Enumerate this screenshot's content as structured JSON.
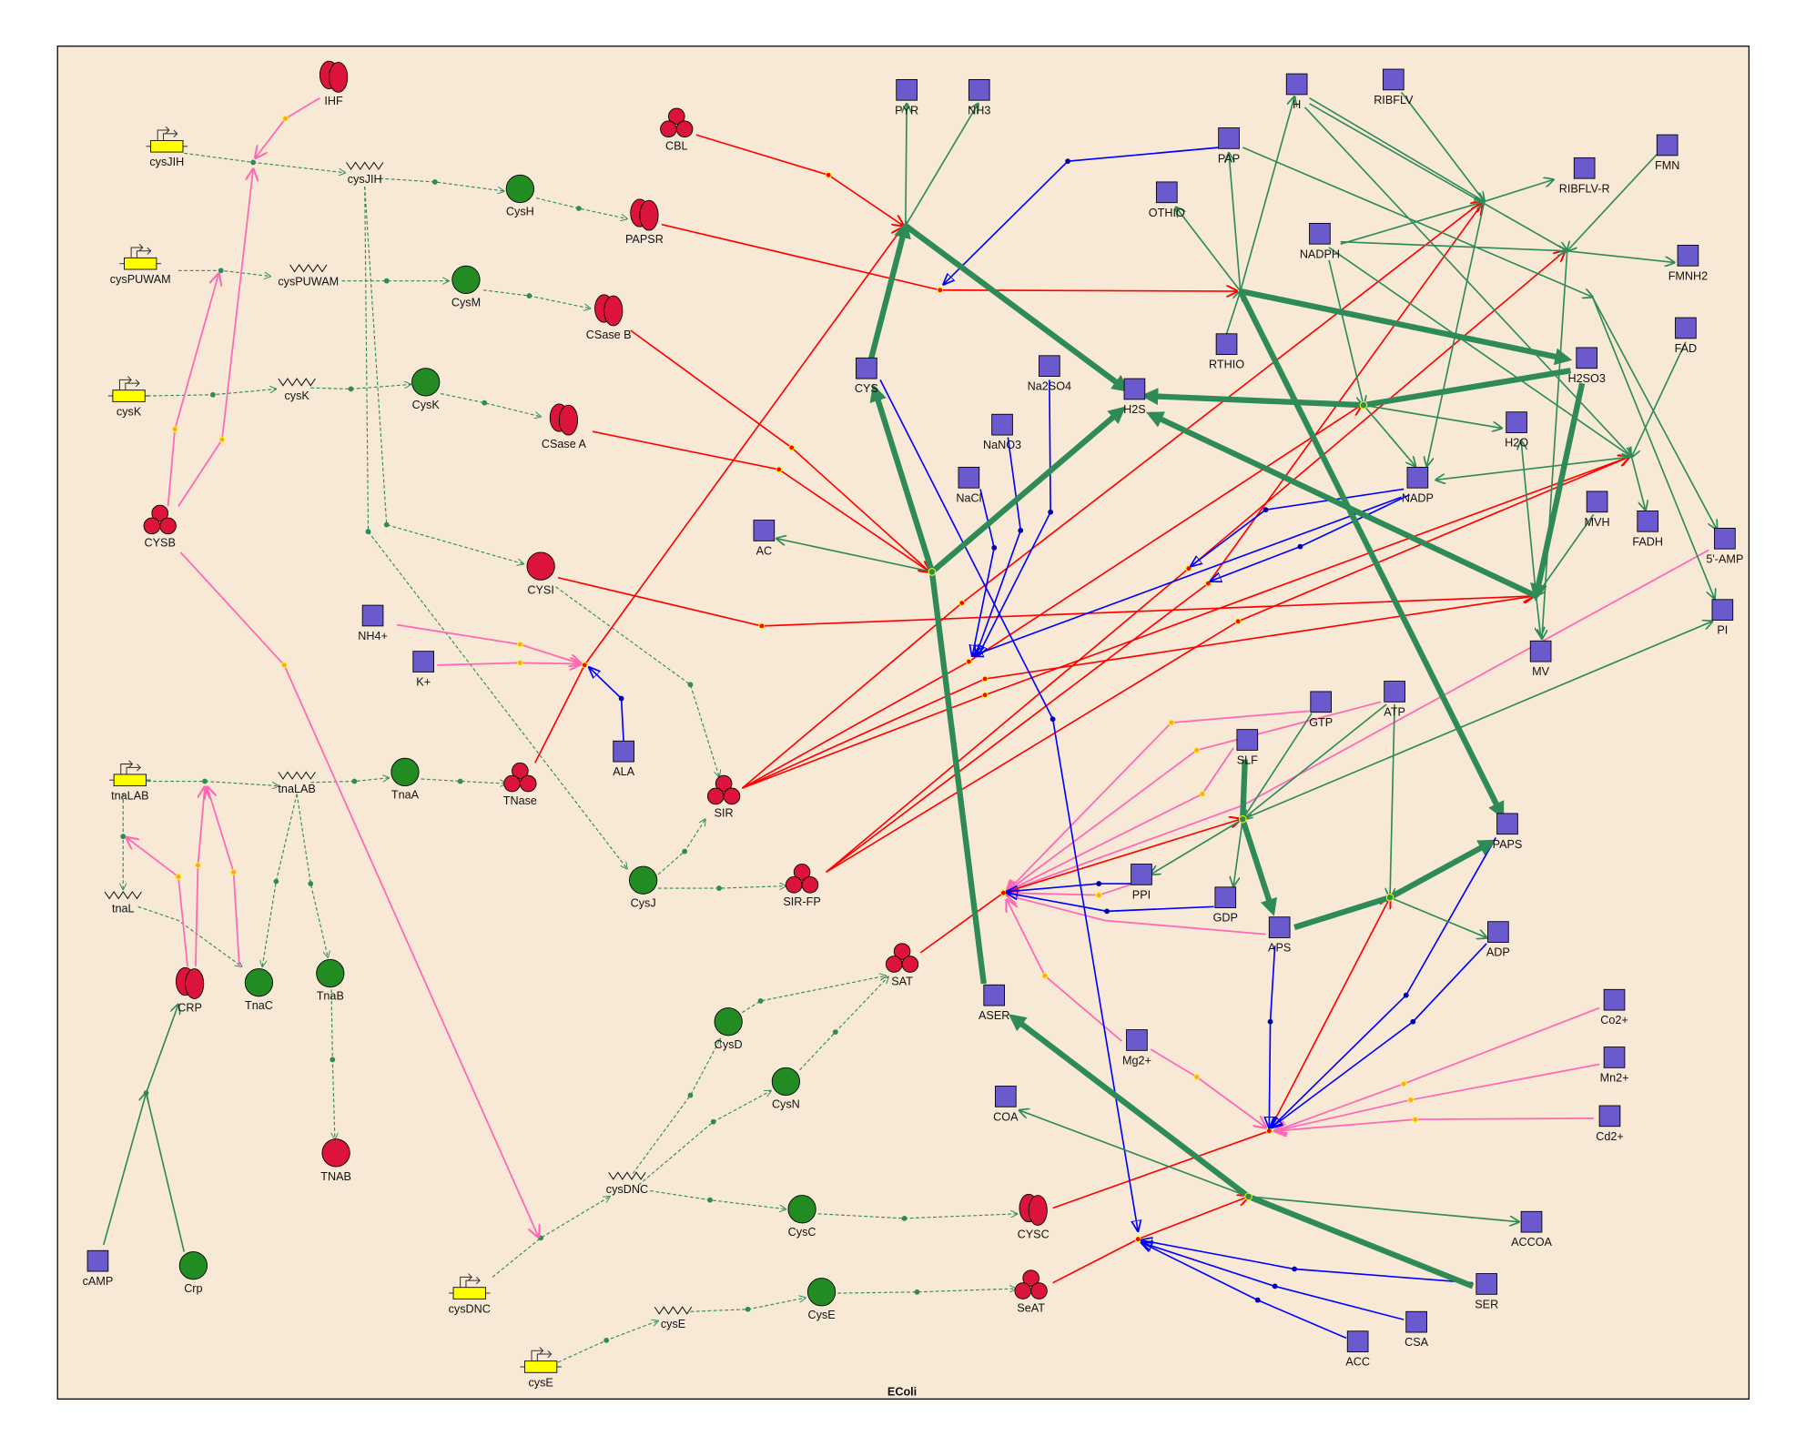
{
  "title": "EColi",
  "colors": {
    "background": "#f8e9d6",
    "gene": "#ffff00",
    "protein_green": "#228b22",
    "protein_red": "#dc143c",
    "metabolite": "#6a5acd",
    "edge_green": "#2e8b57",
    "edge_red": "#ff0000",
    "edge_blue": "#0000ff",
    "edge_pink": "#ff69b4"
  },
  "nodes": [
    {
      "label": "cysJIH",
      "kind": "gene"
    },
    {
      "label": "cysPUWAM",
      "kind": "gene"
    },
    {
      "label": "cysK",
      "kind": "gene"
    },
    {
      "label": "tnaLAB",
      "kind": "gene"
    },
    {
      "label": "cysDNC",
      "kind": "gene"
    },
    {
      "label": "cysE",
      "kind": "gene"
    },
    {
      "label": "cysJIH",
      "kind": "mrna"
    },
    {
      "label": "cysPUWAM",
      "kind": "mrna"
    },
    {
      "label": "cysK",
      "kind": "mrna"
    },
    {
      "label": "tnaLAB",
      "kind": "mrna"
    },
    {
      "label": "tnaL",
      "kind": "mrna"
    },
    {
      "label": "cysDNC",
      "kind": "mrna"
    },
    {
      "label": "cysE",
      "kind": "mrna"
    },
    {
      "label": "CysH",
      "kind": "protein"
    },
    {
      "label": "CysM",
      "kind": "protein"
    },
    {
      "label": "CysK",
      "kind": "protein"
    },
    {
      "label": "TnaA",
      "kind": "protein"
    },
    {
      "label": "TnaC",
      "kind": "protein"
    },
    {
      "label": "TnaB",
      "kind": "protein"
    },
    {
      "label": "Crp",
      "kind": "protein"
    },
    {
      "label": "CysJ",
      "kind": "protein"
    },
    {
      "label": "CysD",
      "kind": "protein"
    },
    {
      "label": "CysN",
      "kind": "protein"
    },
    {
      "label": "CysC",
      "kind": "protein"
    },
    {
      "label": "CysE",
      "kind": "protein"
    },
    {
      "label": "CYSI",
      "kind": "enzyme"
    },
    {
      "label": "TNAB",
      "kind": "enzyme"
    },
    {
      "label": "IHF",
      "kind": "dimer"
    },
    {
      "label": "PAPSR",
      "kind": "dimer"
    },
    {
      "label": "CSase B",
      "kind": "dimer"
    },
    {
      "label": "CSase A",
      "kind": "dimer"
    },
    {
      "label": "CRP",
      "kind": "dimer"
    },
    {
      "label": "CYSC",
      "kind": "dimer"
    },
    {
      "label": "CBL",
      "kind": "trimer"
    },
    {
      "label": "CYSB",
      "kind": "trimer"
    },
    {
      "label": "TNase",
      "kind": "trimer"
    },
    {
      "label": "SIR",
      "kind": "trimer"
    },
    {
      "label": "SIR-FP",
      "kind": "trimer"
    },
    {
      "label": "SAT",
      "kind": "trimer"
    },
    {
      "label": "SeAT",
      "kind": "trimer"
    },
    {
      "label": "PYR",
      "kind": "metabolite"
    },
    {
      "label": "NH3",
      "kind": "metabolite"
    },
    {
      "label": "H",
      "kind": "metabolite"
    },
    {
      "label": "RIBFLV",
      "kind": "metabolite"
    },
    {
      "label": "PAP",
      "kind": "metabolite"
    },
    {
      "label": "OTHIO",
      "kind": "metabolite"
    },
    {
      "label": "NADPH",
      "kind": "metabolite"
    },
    {
      "label": "RIBFLV-R",
      "kind": "metabolite"
    },
    {
      "label": "FMN",
      "kind": "metabolite"
    },
    {
      "label": "FMNH2",
      "kind": "metabolite"
    },
    {
      "label": "FAD",
      "kind": "metabolite"
    },
    {
      "label": "RTHIO",
      "kind": "metabolite"
    },
    {
      "label": "CYS",
      "kind": "metabolite"
    },
    {
      "label": "Na2SO4",
      "kind": "metabolite"
    },
    {
      "label": "H2S",
      "kind": "metabolite"
    },
    {
      "label": "H2SO3",
      "kind": "metabolite"
    },
    {
      "label": "NaNO3",
      "kind": "metabolite"
    },
    {
      "label": "H2O",
      "kind": "metabolite"
    },
    {
      "label": "NaCl",
      "kind": "metabolite"
    },
    {
      "label": "NADP",
      "kind": "metabolite"
    },
    {
      "label": "MVH",
      "kind": "metabolite"
    },
    {
      "label": "AC",
      "kind": "metabolite"
    },
    {
      "label": "FADH",
      "kind": "metabolite"
    },
    {
      "label": "5'-AMP",
      "kind": "metabolite"
    },
    {
      "label": "PI",
      "kind": "metabolite"
    },
    {
      "label": "NH4+",
      "kind": "metabolite"
    },
    {
      "label": "K+",
      "kind": "metabolite"
    },
    {
      "label": "ALA",
      "kind": "metabolite"
    },
    {
      "label": "MV",
      "kind": "metabolite"
    },
    {
      "label": "GTP",
      "kind": "metabolite"
    },
    {
      "label": "ATP",
      "kind": "metabolite"
    },
    {
      "label": "SLF",
      "kind": "metabolite"
    },
    {
      "label": "PAPS",
      "kind": "metabolite"
    },
    {
      "label": "PPI",
      "kind": "metabolite"
    },
    {
      "label": "GDP",
      "kind": "metabolite"
    },
    {
      "label": "APS",
      "kind": "metabolite"
    },
    {
      "label": "ADP",
      "kind": "metabolite"
    },
    {
      "label": "ASER",
      "kind": "metabolite"
    },
    {
      "label": "Mg2+",
      "kind": "metabolite"
    },
    {
      "label": "Co2+",
      "kind": "metabolite"
    },
    {
      "label": "Mn2+",
      "kind": "metabolite"
    },
    {
      "label": "Cd2+",
      "kind": "metabolite"
    },
    {
      "label": "COA",
      "kind": "metabolite"
    },
    {
      "label": "ACCOA",
      "kind": "metabolite"
    },
    {
      "label": "SER",
      "kind": "metabolite"
    },
    {
      "label": "CSA",
      "kind": "metabolite"
    },
    {
      "label": "ACC",
      "kind": "metabolite"
    },
    {
      "label": "cAMP",
      "kind": "metabolite"
    }
  ]
}
